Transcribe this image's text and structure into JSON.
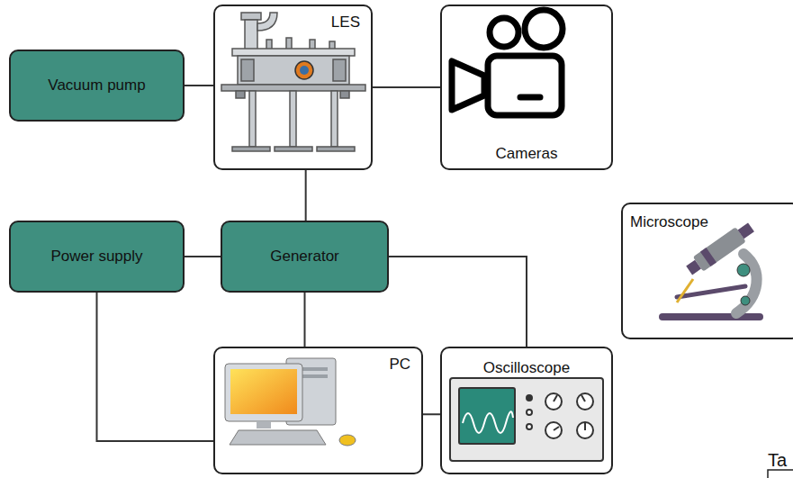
{
  "diagram": {
    "nodes": [
      {
        "text": [
          "LES"
        ]
      },
      {
        "text": [
          "Cameras"
        ]
      },
      {
        "text": [
          "Vacuum pump"
        ]
      },
      {
        "text": [
          "Microscope"
        ]
      },
      {
        "text": [
          "Power supply"
        ]
      },
      {
        "text": [
          "Generator"
        ]
      },
      {
        "text": [
          "PC"
        ]
      },
      {
        "text": [
          "Oscilloscope"
        ]
      }
    ],
    "edges": [
      {
        "from": 2,
        "to": 0,
        "arrow": "none"
      },
      {
        "from": 0,
        "to": 1,
        "arrow": "none"
      },
      {
        "from": 0,
        "to": 5,
        "arrow": "none"
      },
      {
        "from": 4,
        "to": 5,
        "arrow": "none"
      },
      {
        "from": 5,
        "to": 6,
        "arrow": "none"
      },
      {
        "from": 5,
        "to": 7,
        "arrow": "none"
      },
      {
        "from": 4,
        "to": 6,
        "arrow": "none"
      },
      {
        "from": 6,
        "to": 7,
        "arrow": "none"
      }
    ],
    "labels": [
      "Ta"
    ]
  }
}
